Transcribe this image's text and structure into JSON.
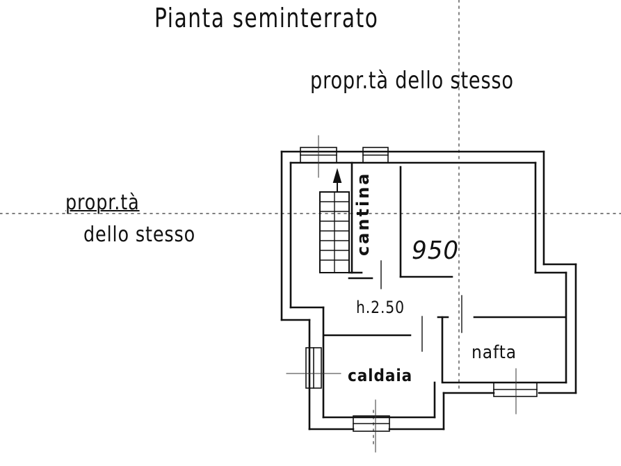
{
  "document": {
    "type": "floor-plan",
    "title": "Pianta seminterrato",
    "neighbors": {
      "top": "propr.tà dello stesso",
      "left_line1": "propr.tà",
      "left_line2": "dello stesso"
    },
    "rooms": [
      {
        "id": "cantina",
        "label": "cantina"
      },
      {
        "id": "caldaia",
        "label": "caldaia"
      },
      {
        "id": "nafta",
        "label": "nafta"
      }
    ],
    "annotations": {
      "area_value": "950",
      "ceiling_height": "h.2.50"
    },
    "colors": {
      "ink": "#111111",
      "paper": "#ffffff"
    }
  }
}
